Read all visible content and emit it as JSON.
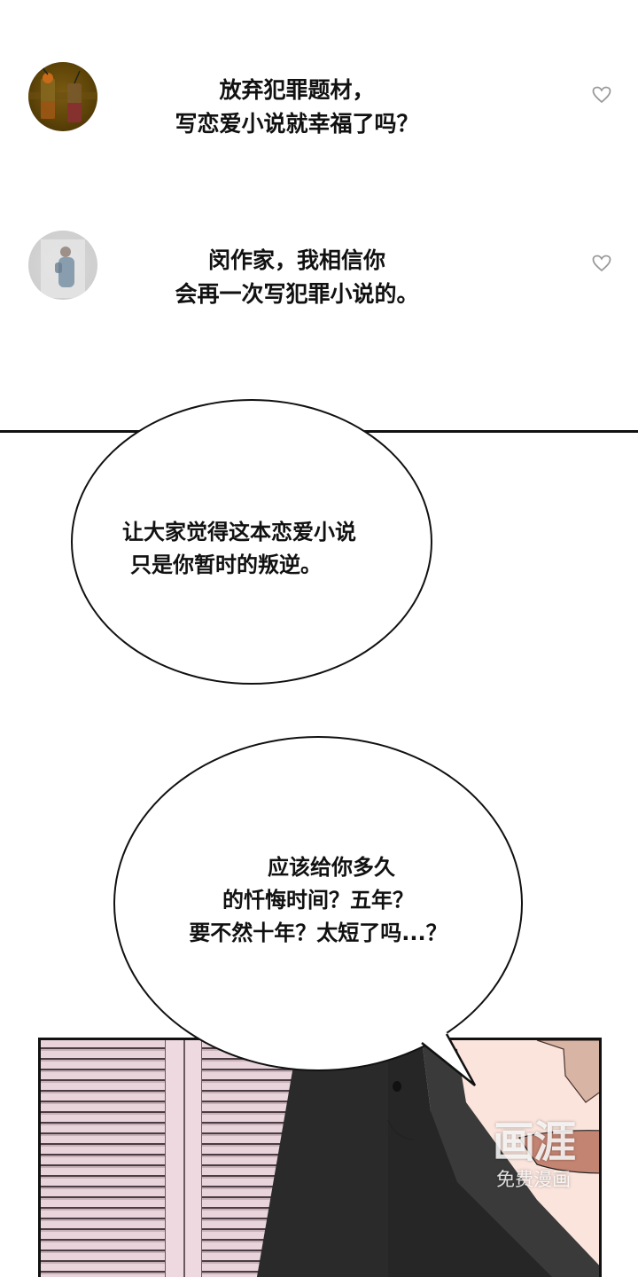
{
  "comments": [
    {
      "avatar": "drinks-photo-avatar",
      "lines": [
        "放弃犯罪题材，",
        "写恋爱小说就幸福了吗？"
      ],
      "like_icon": "heart-outline-icon"
    },
    {
      "avatar": "person-photo-avatar",
      "lines": [
        "闵作家，我相信你",
        "会再一次写犯罪小说的。"
      ],
      "like_icon": "heart-outline-icon"
    }
  ],
  "bubbles": [
    {
      "lines": [
        "让大家觉得这本恋爱小说",
        "只是你暂时的叛逆。"
      ]
    },
    {
      "lines": [
        "应该给你多久",
        "的忏悔时间？五年？",
        "要不然十年？太短了吗...？"
      ]
    }
  ],
  "watermark": {
    "logo": "画涯",
    "subtitle": "免费漫画"
  },
  "colors": {
    "shutter": "#ead4dc",
    "skin": "#fbe4dc",
    "hair": "#2a2a2a",
    "heart": "#9a9a9a"
  }
}
